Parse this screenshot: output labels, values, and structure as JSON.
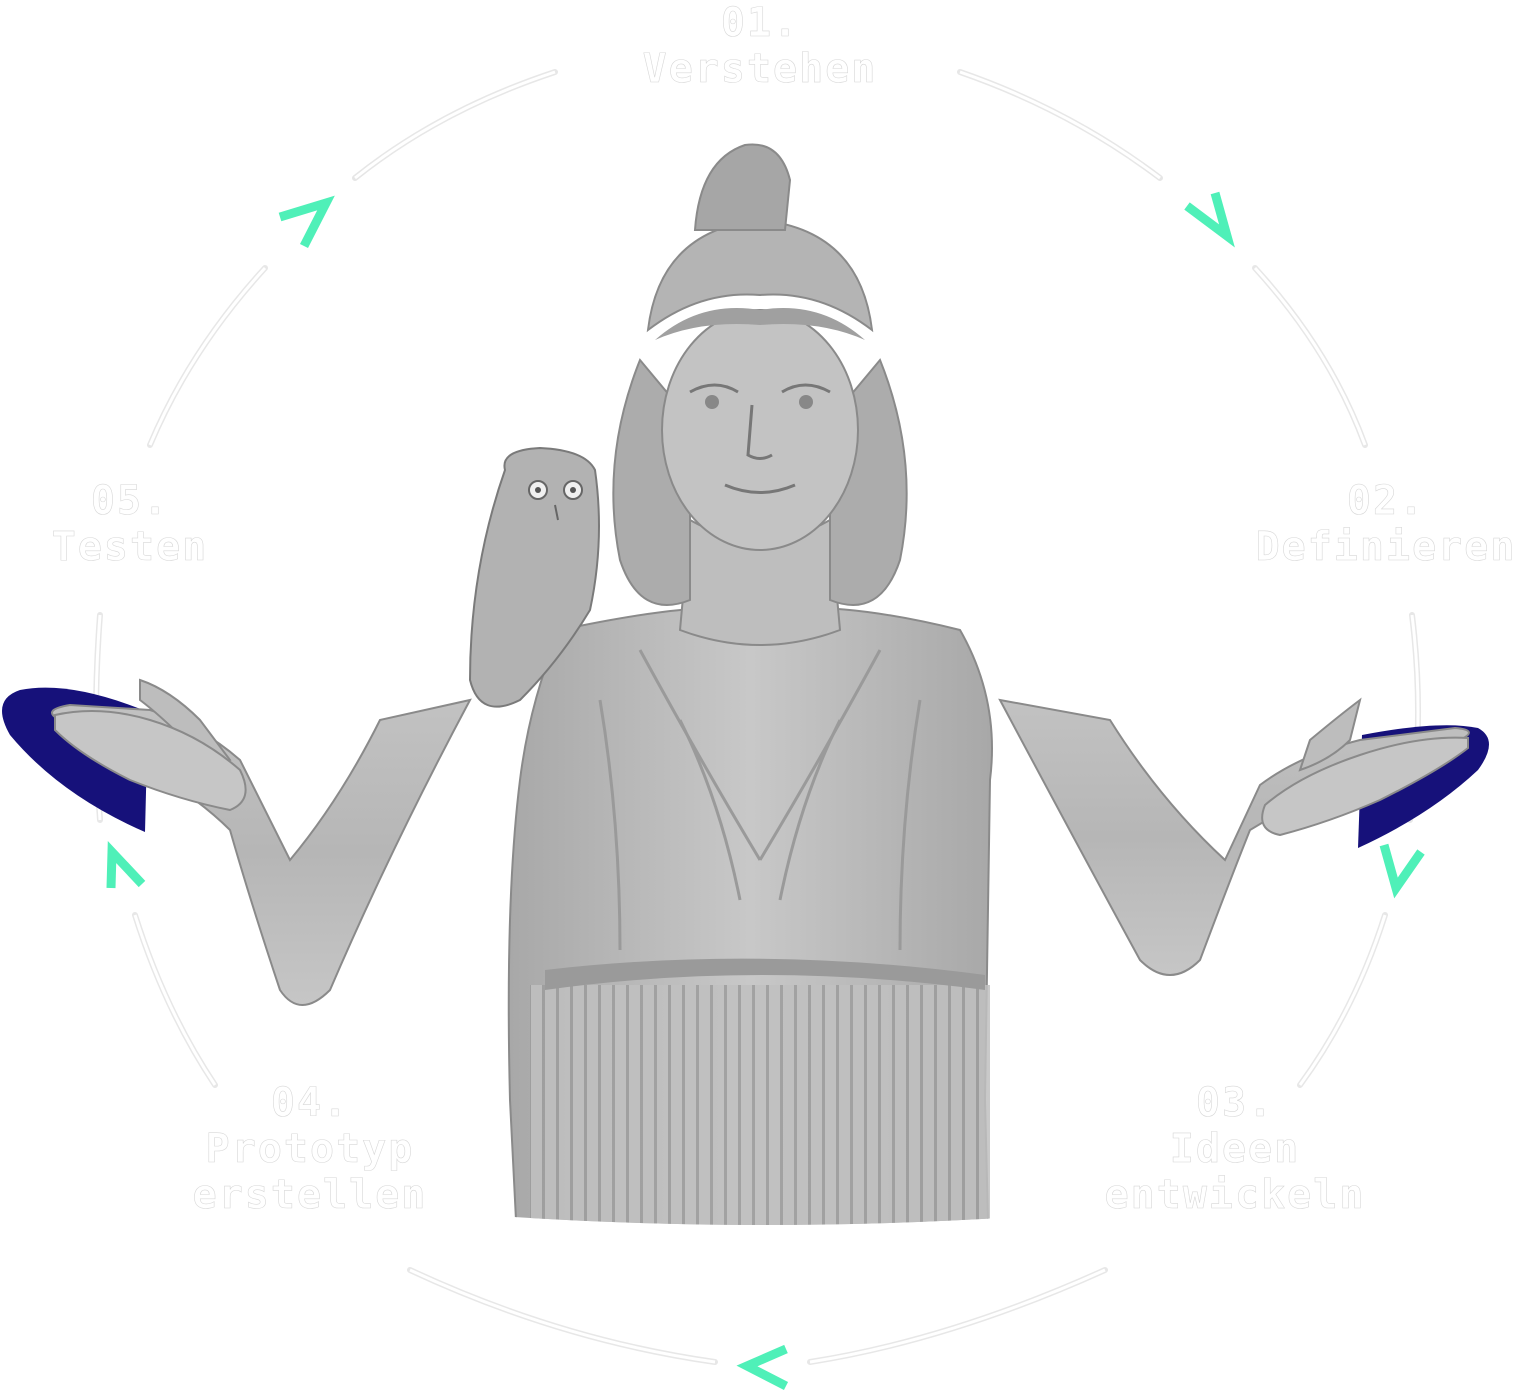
{
  "diagram": {
    "type": "cycle",
    "stages": [
      {
        "number": "01.",
        "title": "Verstehen"
      },
      {
        "number": "02.",
        "title": "Definieren"
      },
      {
        "number": "03.",
        "title_line1": "Ideen",
        "title_line2": "entwickeln"
      },
      {
        "number": "04.",
        "title_line1": "Prototyp",
        "title_line2": "erstellen"
      },
      {
        "number": "05.",
        "title": "Testen"
      }
    ],
    "arrow_icon": "chevron-icon",
    "colors": {
      "arrow": "#4ff0b8",
      "accent_shape": "#16117a",
      "label_text": "#ffffff",
      "label_outline": "#d8d8d8",
      "ring_outline": "#e6e6e6",
      "statue": "#b8b8b8",
      "background": "#ffffff"
    },
    "center_image": "marble-statue-with-owl"
  }
}
